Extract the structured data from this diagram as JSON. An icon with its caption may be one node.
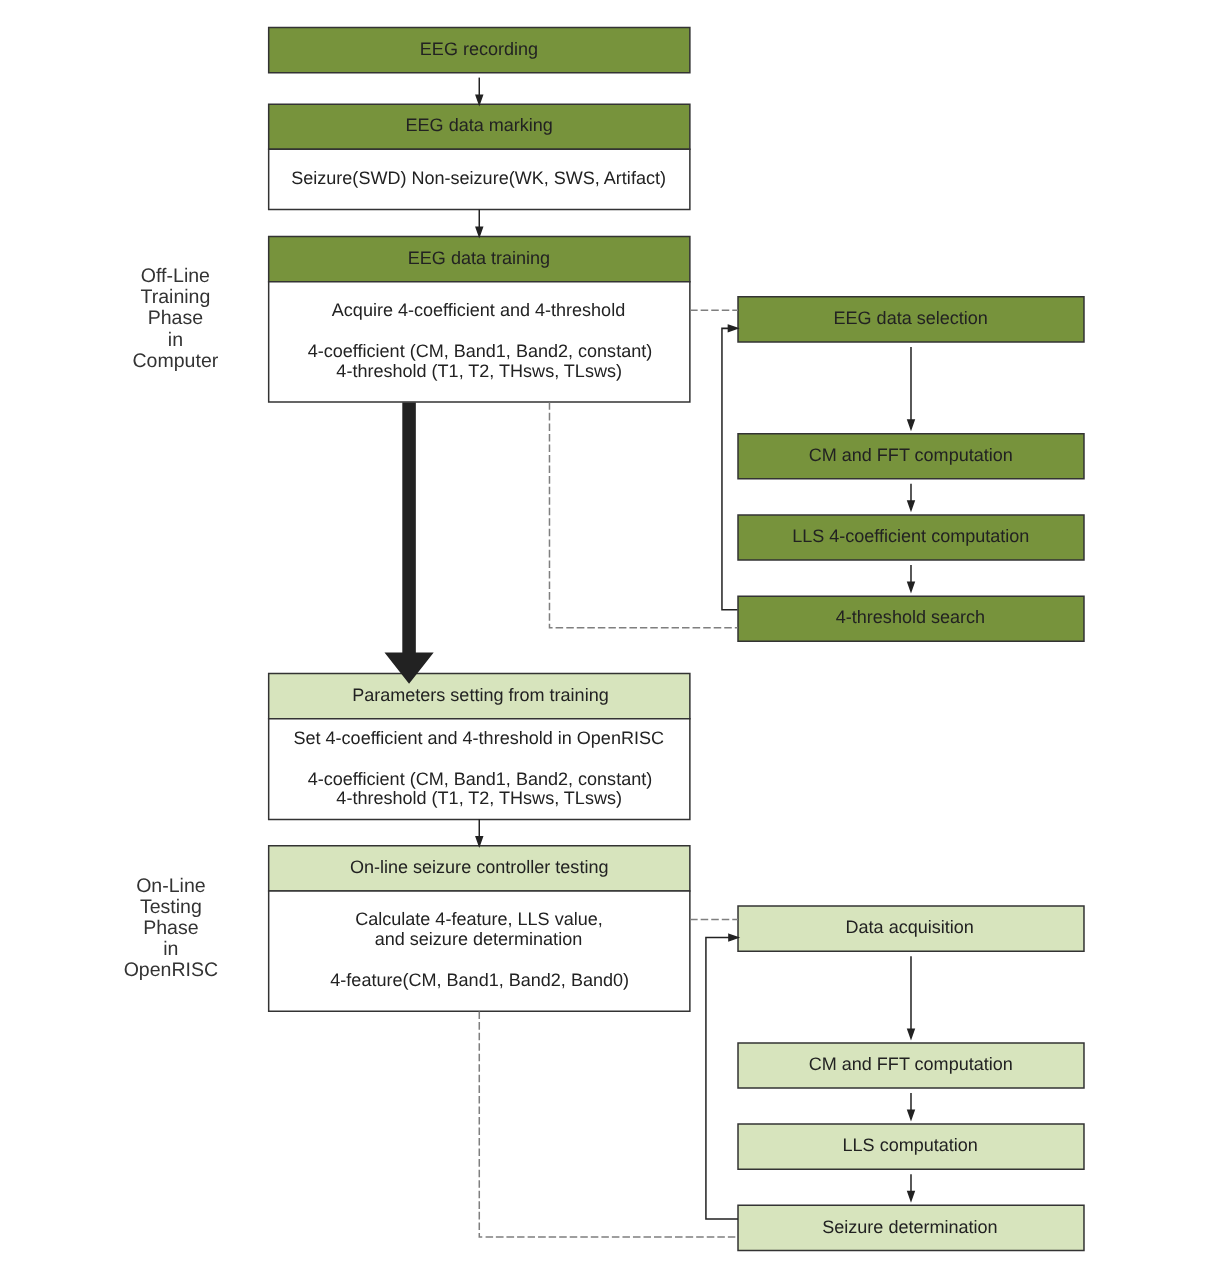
{
  "diagram": {
    "nodes": [
      {
        "text": [
          "EEG recording"
        ]
      },
      {
        "text": [
          "EEG data marking",
          "Seizure(SWD) Non-seizure(WK, SWS, Artifact)"
        ]
      },
      {
        "text": [
          "EEG data training",
          "Acquire 4-coefficient and 4-threshold",
          "4-coefficient (CM, Band1, Band2, constant) 4-threshold (T1, T2, THsws, TLsws)"
        ]
      },
      {
        "text": [
          "EEG data selection"
        ]
      },
      {
        "text": [
          "CM and FFT computation"
        ]
      },
      {
        "text": [
          "LLS 4-coefficient computation"
        ]
      },
      {
        "text": [
          "4-threshold search"
        ]
      },
      {
        "text": [
          "Parameters setting from training",
          "Set 4-coefficient and 4-threshold in OpenRISC",
          "4-coefficient (CM, Band1, Band2, constant) 4-threshold (T1, T2, THsws, TLsws)"
        ]
      },
      {
        "text": [
          "On-line seizure controller testing",
          "Calculate 4-feature, LLS value, and seizure determination",
          "4-feature(CM, Band1, Band2, Band0)"
        ]
      },
      {
        "text": [
          "Data acquisition"
        ]
      },
      {
        "text": [
          "CM and FFT computation"
        ]
      },
      {
        "text": [
          "LLS computation"
        ]
      },
      {
        "text": [
          "Seizure determination"
        ]
      }
    ],
    "edges": [
      {
        "from": 0,
        "to": 1,
        "arrow": "to"
      },
      {
        "from": 1,
        "to": 2,
        "arrow": "to"
      },
      {
        "from": 2,
        "to": 3,
        "arrow": "none",
        "style": "dashed",
        "color": "#7f7f7f"
      },
      {
        "from": 2,
        "to": 6,
        "arrow": "none",
        "style": "dashed",
        "color": "#7f7f7f"
      },
      {
        "from": 3,
        "to": 4,
        "arrow": "to"
      },
      {
        "from": 4,
        "to": 5,
        "arrow": "to"
      },
      {
        "from": 5,
        "to": 6,
        "arrow": "to"
      },
      {
        "from": 6,
        "to": 3,
        "arrow": "to"
      },
      {
        "from": 2,
        "to": 7,
        "arrow": "to",
        "style": "thick"
      },
      {
        "from": 7,
        "to": 8,
        "arrow": "to"
      },
      {
        "from": 8,
        "to": 9,
        "arrow": "none",
        "style": "dashed",
        "color": "#7f7f7f"
      },
      {
        "from": 8,
        "to": 12,
        "arrow": "none",
        "style": "dashed",
        "color": "#7f7f7f"
      },
      {
        "from": 9,
        "to": 10,
        "arrow": "to"
      },
      {
        "from": 10,
        "to": 11,
        "arrow": "to"
      },
      {
        "from": 11,
        "to": 12,
        "arrow": "to"
      },
      {
        "from": 12,
        "to": 9,
        "arrow": "to"
      }
    ],
    "labels": [
      "Off-Line Training Phase in Computer",
      "On-Line Testing Phase in OpenRISC"
    ]
  }
}
